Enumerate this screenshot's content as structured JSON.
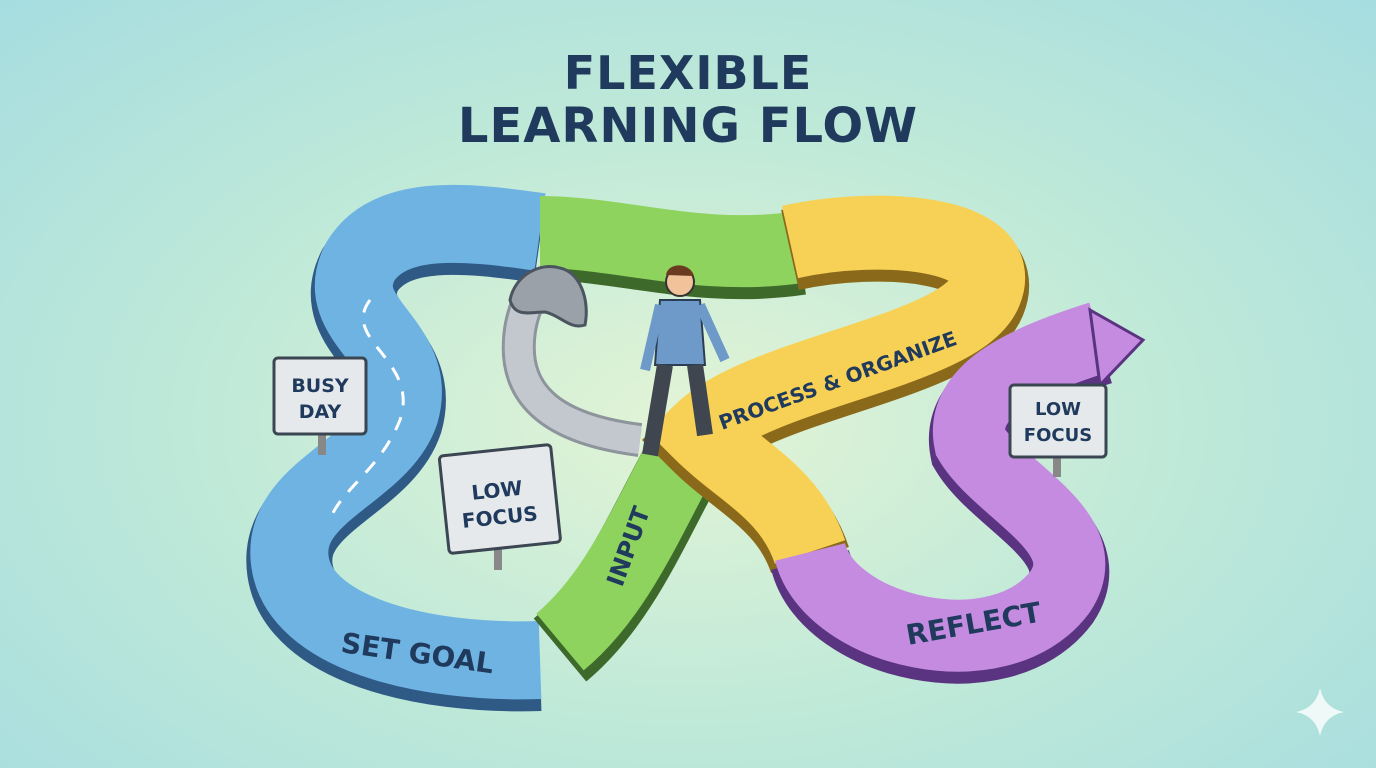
{
  "title": {
    "line1": "FLEXIBLE",
    "line2": "LEARNING FLOW"
  },
  "road_segments": {
    "set_goal": "SET GOAL",
    "input": "INPUT",
    "process": "PROCESS & ORGANIZE",
    "reflect": "REFLECT"
  },
  "signs": {
    "busy_day": {
      "line1": "BUSY",
      "line2": "DAY"
    },
    "low_focus_left": {
      "line1": "LOW",
      "line2": "FOCUS"
    },
    "low_focus_right": {
      "line1": "LOW",
      "line2": "FOCUS"
    }
  },
  "colors": {
    "blue": "#6fb3e3",
    "green": "#8fd35f",
    "yellow": "#f7d155",
    "purple": "#c58be0",
    "gray": "#b9bfc6",
    "title": "#1f3a5c"
  }
}
